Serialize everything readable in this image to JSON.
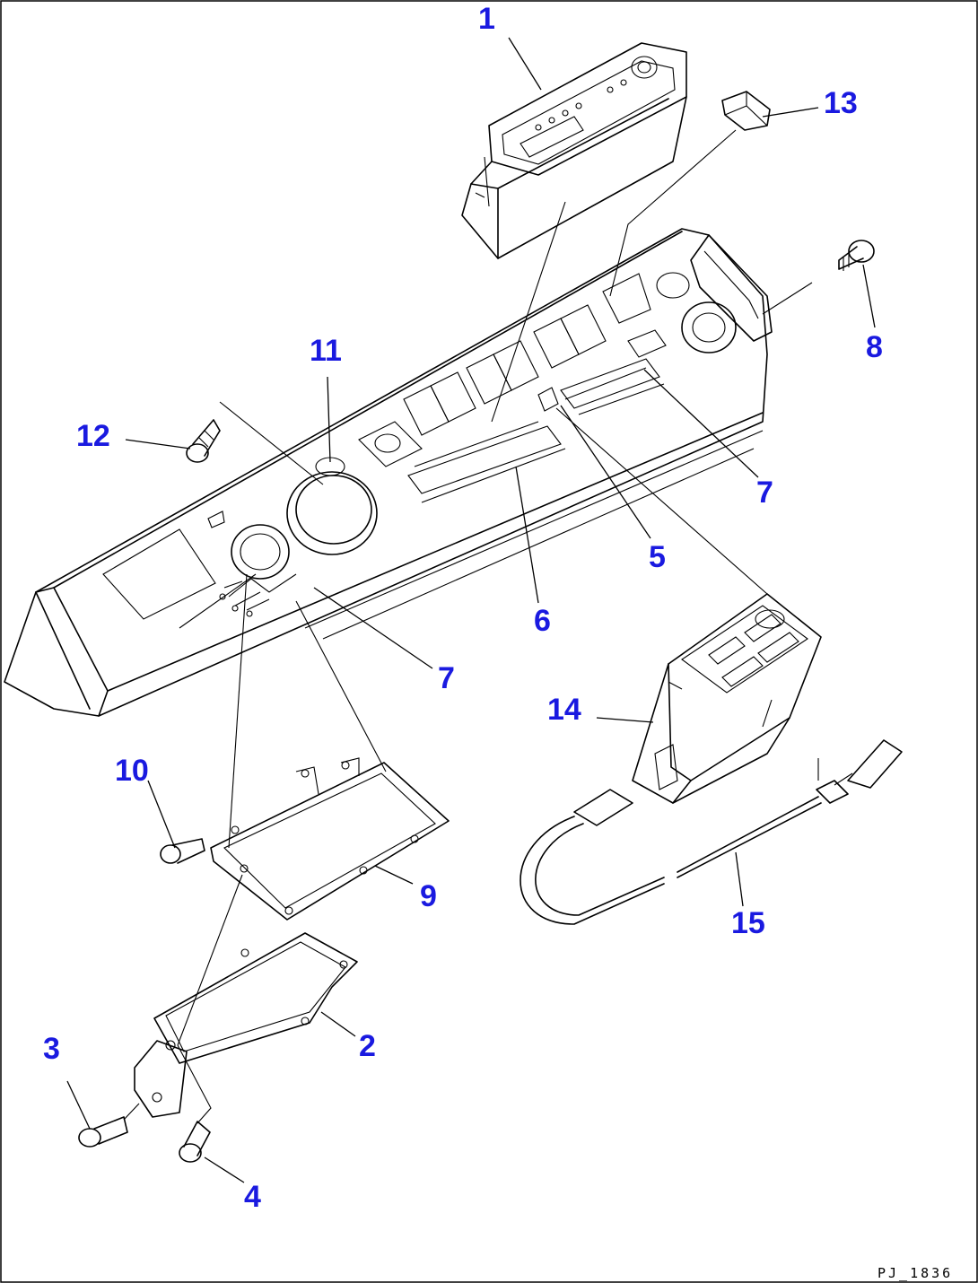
{
  "drawing_code": "PJ_1836",
  "colors": {
    "callout": "#1a1ae0",
    "linework": "#000000",
    "background": "#ffffff"
  },
  "callouts": {
    "c1": "1",
    "c2": "2",
    "c3": "3",
    "c4": "4",
    "c5": "5",
    "c6": "6",
    "c7a": "7",
    "c7b": "7",
    "c8": "8",
    "c9": "9",
    "c10": "10",
    "c11": "11",
    "c12": "12",
    "c13": "13",
    "c14": "14",
    "c15": "15"
  }
}
